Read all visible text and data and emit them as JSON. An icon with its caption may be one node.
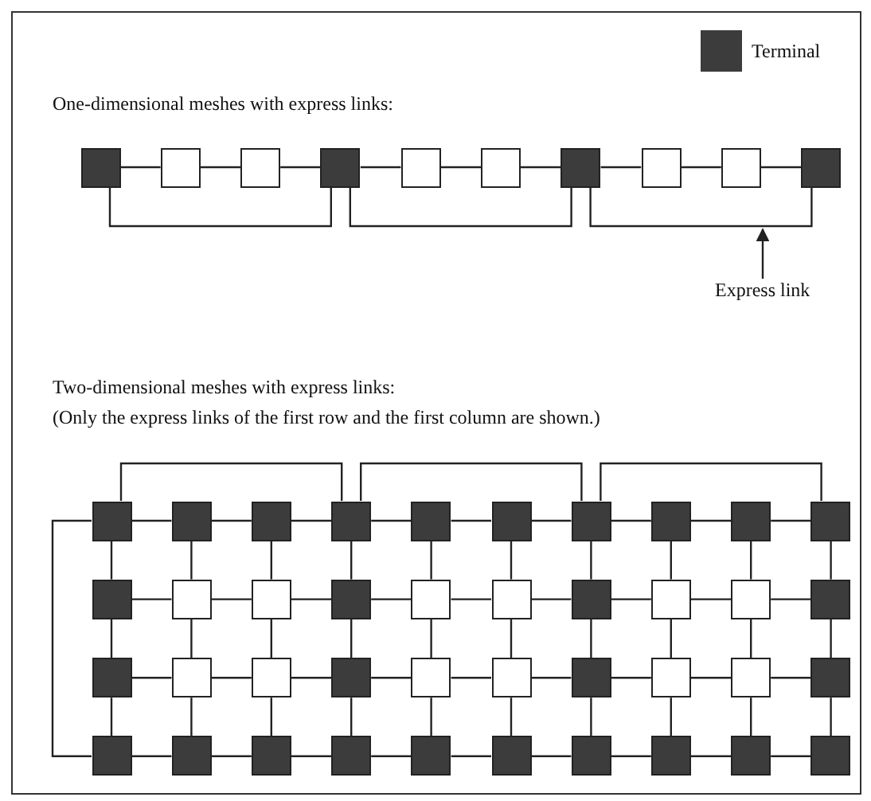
{
  "diagram": {
    "nodes": [
      {
        "text": [],
        "shape": "box"
      },
      {
        "text": [],
        "shape": "box"
      },
      {
        "text": [],
        "shape": "box"
      },
      {
        "text": [],
        "shape": "box"
      },
      {
        "text": [],
        "shape": "box"
      },
      {
        "text": [],
        "shape": "box"
      },
      {
        "text": [],
        "shape": "box"
      },
      {
        "text": [],
        "shape": "box"
      },
      {
        "text": [],
        "shape": "box"
      },
      {
        "text": [],
        "shape": "box"
      },
      {
        "text": [],
        "shape": "box"
      },
      {
        "text": [],
        "shape": "box"
      },
      {
        "text": [],
        "shape": "box"
      },
      {
        "text": [],
        "shape": "box"
      },
      {
        "text": [],
        "shape": "box"
      },
      {
        "text": [],
        "shape": "box"
      },
      {
        "text": [],
        "shape": "box"
      },
      {
        "text": [],
        "shape": "box"
      },
      {
        "text": [],
        "shape": "box"
      },
      {
        "text": [],
        "shape": "box"
      },
      {
        "text": [],
        "shape": "box"
      },
      {
        "text": [],
        "shape": "box"
      },
      {
        "text": [],
        "shape": "box"
      },
      {
        "text": [],
        "shape": "box"
      },
      {
        "text": [],
        "shape": "box"
      },
      {
        "text": [],
        "shape": "box"
      },
      {
        "text": [],
        "shape": "box"
      },
      {
        "text": [],
        "shape": "box"
      },
      {
        "text": [],
        "shape": "box"
      },
      {
        "text": [],
        "shape": "box"
      },
      {
        "text": [],
        "shape": "box"
      },
      {
        "text": [],
        "shape": "box"
      },
      {
        "text": [],
        "shape": "box"
      },
      {
        "text": [],
        "shape": "box"
      },
      {
        "text": [],
        "shape": "box"
      },
      {
        "text": [],
        "shape": "box"
      },
      {
        "text": [],
        "shape": "box"
      },
      {
        "text": [],
        "shape": "box"
      },
      {
        "text": [],
        "shape": "box"
      },
      {
        "text": [],
        "shape": "box"
      },
      {
        "text": [],
        "shape": "box"
      },
      {
        "text": [],
        "shape": "box"
      },
      {
        "text": [],
        "shape": "box"
      },
      {
        "text": [],
        "shape": "box"
      },
      {
        "text": [],
        "shape": "box"
      },
      {
        "text": [],
        "shape": "box"
      },
      {
        "text": [],
        "shape": "box"
      },
      {
        "text": [],
        "shape": "box"
      },
      {
        "text": [],
        "shape": "box"
      },
      {
        "text": [],
        "shape": "box"
      },
      {
        "text": [
          "Express link"
        ]
      }
    ],
    "edges": [
      {
        "from": 0,
        "to": 1,
        "arrow": "none"
      },
      {
        "from": 1,
        "to": 2,
        "arrow": "none"
      },
      {
        "from": 2,
        "to": 3,
        "arrow": "none"
      },
      {
        "from": 3,
        "to": 4,
        "arrow": "none"
      },
      {
        "from": 4,
        "to": 5,
        "arrow": "none"
      },
      {
        "from": 5,
        "to": 6,
        "arrow": "none"
      },
      {
        "from": 6,
        "to": 7,
        "arrow": "none"
      },
      {
        "from": 7,
        "to": 8,
        "arrow": "none"
      },
      {
        "from": 8,
        "to": 9,
        "arrow": "none"
      },
      {
        "from": 0,
        "to": 3,
        "arrow": "none"
      },
      {
        "from": 3,
        "to": 6,
        "arrow": "none"
      },
      {
        "from": 6,
        "to": 9,
        "arrow": "none"
      },
      {
        "from": 50,
        "to": null,
        "arrow": "to"
      },
      {
        "from": 10,
        "to": 11,
        "arrow": "none"
      },
      {
        "from": 11,
        "to": 12,
        "arrow": "none"
      },
      {
        "from": 12,
        "to": 13,
        "arrow": "none"
      },
      {
        "from": 13,
        "to": 14,
        "arrow": "none"
      },
      {
        "from": 14,
        "to": 15,
        "arrow": "none"
      },
      {
        "from": 15,
        "to": 16,
        "arrow": "none"
      },
      {
        "from": 16,
        "to": 17,
        "arrow": "none"
      },
      {
        "from": 17,
        "to": 18,
        "arrow": "none"
      },
      {
        "from": 18,
        "to": 19,
        "arrow": "none"
      },
      {
        "from": 20,
        "to": 21,
        "arrow": "none"
      },
      {
        "from": 21,
        "to": 22,
        "arrow": "none"
      },
      {
        "from": 22,
        "to": 23,
        "arrow": "none"
      },
      {
        "from": 23,
        "to": 24,
        "arrow": "none"
      },
      {
        "from": 24,
        "to": 25,
        "arrow": "none"
      },
      {
        "from": 25,
        "to": 26,
        "arrow": "none"
      },
      {
        "from": 26,
        "to": 27,
        "arrow": "none"
      },
      {
        "from": 27,
        "to": 28,
        "arrow": "none"
      },
      {
        "from": 28,
        "to": 29,
        "arrow": "none"
      },
      {
        "from": 30,
        "to": 31,
        "arrow": "none"
      },
      {
        "from": 31,
        "to": 32,
        "arrow": "none"
      },
      {
        "from": 32,
        "to": 33,
        "arrow": "none"
      },
      {
        "from": 33,
        "to": 34,
        "arrow": "none"
      },
      {
        "from": 34,
        "to": 35,
        "arrow": "none"
      },
      {
        "from": 35,
        "to": 36,
        "arrow": "none"
      },
      {
        "from": 36,
        "to": 37,
        "arrow": "none"
      },
      {
        "from": 37,
        "to": 38,
        "arrow": "none"
      },
      {
        "from": 38,
        "to": 39,
        "arrow": "none"
      },
      {
        "from": 40,
        "to": 41,
        "arrow": "none"
      },
      {
        "from": 41,
        "to": 42,
        "arrow": "none"
      },
      {
        "from": 42,
        "to": 43,
        "arrow": "none"
      },
      {
        "from": 43,
        "to": 44,
        "arrow": "none"
      },
      {
        "from": 44,
        "to": 45,
        "arrow": "none"
      },
      {
        "from": 45,
        "to": 46,
        "arrow": "none"
      },
      {
        "from": 46,
        "to": 47,
        "arrow": "none"
      },
      {
        "from": 47,
        "to": 48,
        "arrow": "none"
      },
      {
        "from": 48,
        "to": 49,
        "arrow": "none"
      },
      {
        "from": 10,
        "to": 20,
        "arrow": "none"
      },
      {
        "from": 11,
        "to": 21,
        "arrow": "none"
      },
      {
        "from": 12,
        "to": 22,
        "arrow": "none"
      },
      {
        "from": 13,
        "to": 23,
        "arrow": "none"
      },
      {
        "from": 14,
        "to": 24,
        "arrow": "none"
      },
      {
        "from": 15,
        "to": 25,
        "arrow": "none"
      },
      {
        "from": 16,
        "to": 26,
        "arrow": "none"
      },
      {
        "from": 17,
        "to": 27,
        "arrow": "none"
      },
      {
        "from": 18,
        "to": 28,
        "arrow": "none"
      },
      {
        "from": 19,
        "to": 29,
        "arrow": "none"
      },
      {
        "from": 20,
        "to": 30,
        "arrow": "none"
      },
      {
        "from": 21,
        "to": 31,
        "arrow": "none"
      },
      {
        "from": 22,
        "to": 32,
        "arrow": "none"
      },
      {
        "from": 23,
        "to": 33,
        "arrow": "none"
      },
      {
        "from": 24,
        "to": 34,
        "arrow": "none"
      },
      {
        "from": 25,
        "to": 35,
        "arrow": "none"
      },
      {
        "from": 26,
        "to": 36,
        "arrow": "none"
      },
      {
        "from": 27,
        "to": 37,
        "arrow": "none"
      },
      {
        "from": 28,
        "to": 38,
        "arrow": "none"
      },
      {
        "from": 29,
        "to": 39,
        "arrow": "none"
      },
      {
        "from": 30,
        "to": 40,
        "arrow": "none"
      },
      {
        "from": 31,
        "to": 41,
        "arrow": "none"
      },
      {
        "from": 32,
        "to": 42,
        "arrow": "none"
      },
      {
        "from": 33,
        "to": 43,
        "arrow": "none"
      },
      {
        "from": 34,
        "to": 44,
        "arrow": "none"
      },
      {
        "from": 35,
        "to": 45,
        "arrow": "none"
      },
      {
        "from": 36,
        "to": 46,
        "arrow": "none"
      },
      {
        "from": 37,
        "to": 47,
        "arrow": "none"
      },
      {
        "from": 38,
        "to": 48,
        "arrow": "none"
      },
      {
        "from": 39,
        "to": 49,
        "arrow": "none"
      },
      {
        "from": 10,
        "to": 13,
        "arrow": "none"
      },
      {
        "from": 13,
        "to": 16,
        "arrow": "none"
      },
      {
        "from": 16,
        "to": 19,
        "arrow": "none"
      },
      {
        "from": 10,
        "to": 40,
        "arrow": "none"
      }
    ],
    "labels": [
      "One-dimensional meshes with express links:",
      "Two-dimensional meshes with express links:",
      "(Only the express links of the first row and the first column are shown.)"
    ],
    "legend": [
      {
        "text": "Terminal",
        "color": "#3c3c3c"
      }
    ]
  }
}
